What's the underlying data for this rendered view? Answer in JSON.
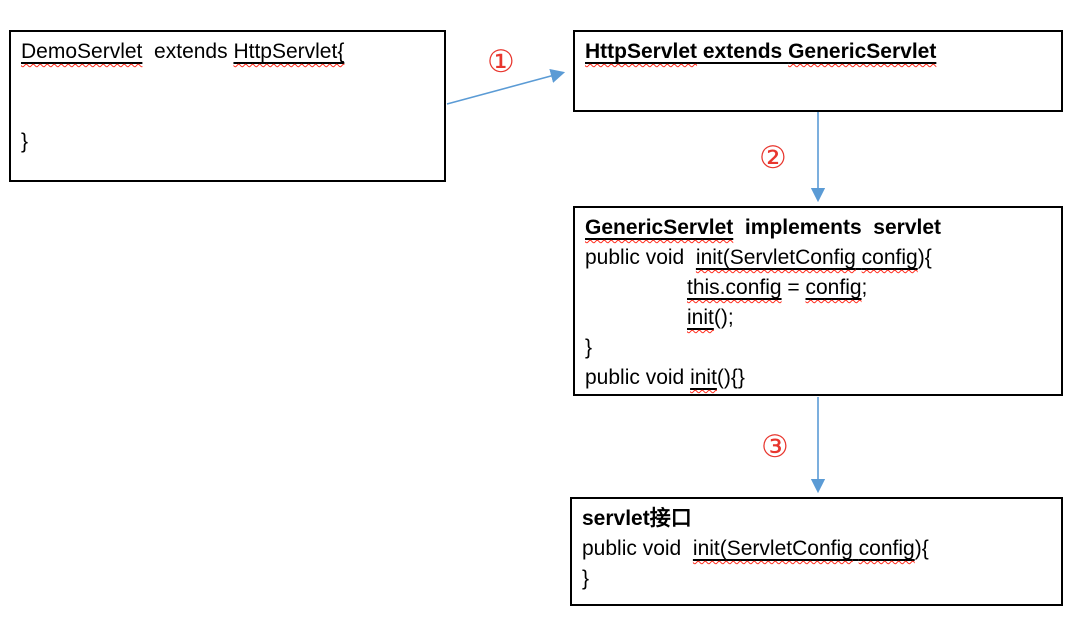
{
  "colors": {
    "arrow": "#5b9bd5",
    "label_red": "#e8362e",
    "squiggle": "#ff2a1a",
    "box_border": "#000000",
    "text": "#000000"
  },
  "labels": {
    "step1": "①",
    "step2": "②",
    "step3": "③"
  },
  "boxes": {
    "demo_servlet": {
      "lines": [
        {
          "segments": [
            {
              "t": "DemoServlet",
              "u": true,
              "w": true
            },
            {
              "t": "  extends "
            },
            {
              "t": "HttpServlet{",
              "u": true,
              "w": true
            }
          ]
        },
        {
          "segments": []
        },
        {
          "segments": []
        },
        {
          "segments": [
            {
              "t": "}"
            }
          ]
        }
      ]
    },
    "http_servlet": {
      "lines": [
        {
          "segments": [
            {
              "t": "HttpServlet",
              "b": true,
              "u": true,
              "w": true
            },
            {
              "t": " extends ",
              "b": true,
              "u": true
            },
            {
              "t": "GenericServlet",
              "b": true,
              "u": true,
              "w": true
            }
          ]
        }
      ]
    },
    "generic_servlet": {
      "lines": [
        {
          "segments": [
            {
              "t": "GenericServlet",
              "b": true,
              "u": true,
              "w": true
            },
            {
              "t": "  implements  servlet",
              "b": true
            }
          ]
        },
        {
          "segments": [
            {
              "t": "public void  "
            },
            {
              "t": "init(ServletConfig",
              "u": true,
              "w": true
            },
            {
              "t": " ",
              "u": true
            },
            {
              "t": "config",
              "u": true,
              "w": true
            },
            {
              "t": "){"
            }
          ]
        },
        {
          "indent": true,
          "segments": [
            {
              "t": "this.config",
              "u": true,
              "w": true
            },
            {
              "t": " = "
            },
            {
              "t": "config",
              "u": true,
              "w": true
            },
            {
              "t": ";"
            }
          ]
        },
        {
          "indent": true,
          "segments": [
            {
              "t": "init",
              "u": true,
              "w": true
            },
            {
              "t": "();"
            }
          ]
        },
        {
          "segments": [
            {
              "t": "}"
            }
          ]
        },
        {
          "segments": [
            {
              "t": "public void "
            },
            {
              "t": "init",
              "u": true,
              "w": true
            },
            {
              "t": "(){}"
            }
          ]
        }
      ]
    },
    "servlet_interface": {
      "lines": [
        {
          "segments": [
            {
              "t": "servlet接口",
              "b": true
            }
          ]
        },
        {
          "segments": [
            {
              "t": "public void  "
            },
            {
              "t": "init(ServletConfig",
              "u": true,
              "w": true
            },
            {
              "t": " ",
              "u": true
            },
            {
              "t": "config",
              "u": true,
              "w": true
            },
            {
              "t": "){"
            }
          ]
        },
        {
          "segments": [
            {
              "t": "}"
            }
          ]
        }
      ]
    }
  }
}
